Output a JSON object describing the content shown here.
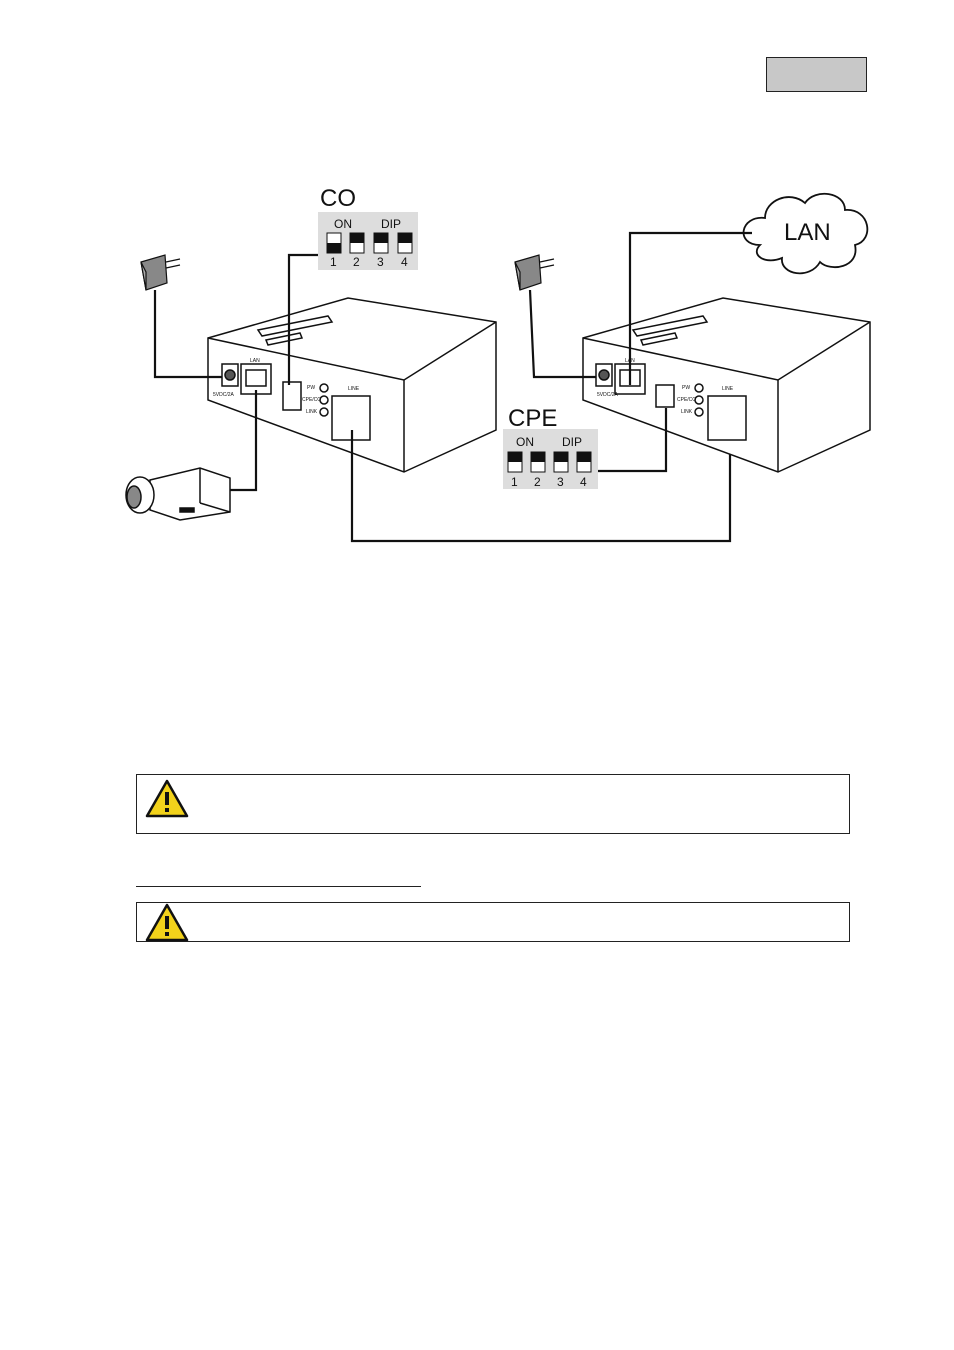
{
  "diagram": {
    "co_unit": {
      "label": "CO",
      "dip": {
        "on_label": "ON",
        "dip_label": "DIP",
        "switch_numbers": [
          "1",
          "2",
          "3",
          "4"
        ]
      },
      "port_labels": {
        "power": "5VDC/2A",
        "lan": "LAN",
        "pw": "PW",
        "cpe_co": "CPE/CO",
        "link": "LINK",
        "line": "LINE"
      }
    },
    "cpe_unit": {
      "label": "CPE",
      "dip": {
        "on_label": "ON",
        "dip_label": "DIP",
        "switch_numbers": [
          "1",
          "2",
          "3",
          "4"
        ]
      },
      "port_labels": {
        "power": "5VDC/2A",
        "lan": "LAN",
        "pw": "PW",
        "cpe_co": "CPE/CO",
        "link": "LINK",
        "line": "LINE"
      }
    },
    "cloud_label": "LAN",
    "icons": [
      "power-adapter-icon",
      "camera-icon",
      "cloud-icon",
      "warning-icon"
    ]
  },
  "colors": {
    "line": "#111111",
    "panel": "#dddddd",
    "lang_tab": "#c8c8c8",
    "warning_yellow": "#f2d21b"
  }
}
